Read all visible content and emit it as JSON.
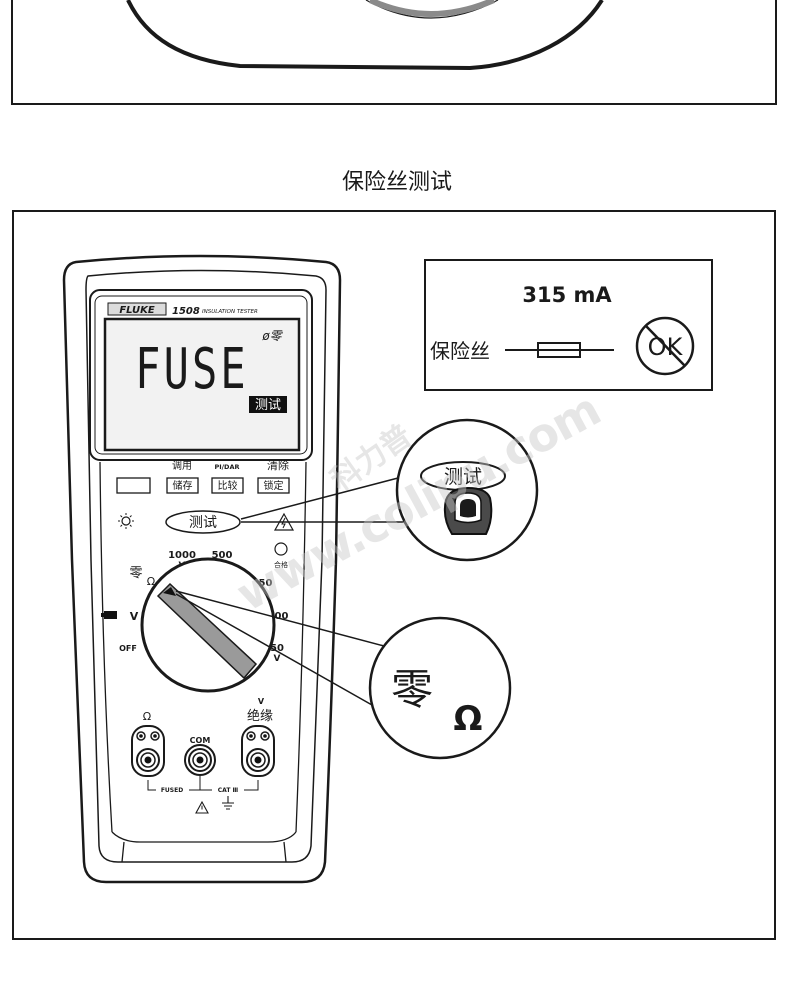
{
  "heading": "保险丝测试",
  "meter": {
    "brand": "FLUKE",
    "model": "1508",
    "model_desc": "INSULATION TESTER",
    "lcd": {
      "reading": "FUSE",
      "zero_indicator": "ø零",
      "mode": "测试"
    },
    "button_top_labels": {
      "recall": "调用",
      "pi_dar": "PI/DAR",
      "clear": "清除"
    },
    "buttons": {
      "store": "储存",
      "compare": "比较",
      "lock": "锁定"
    },
    "test_button": "测试",
    "pass_label": "合格",
    "dial": {
      "zero": "零",
      "ohm": "Ω",
      "v1000": "1000",
      "v500": "500",
      "v250": "250",
      "v100": "100",
      "v50": "50",
      "volt": "V",
      "off": "OFF"
    },
    "jacks": {
      "ohm": "Ω",
      "com": "COM",
      "volt": "V",
      "insulation": "绝缘",
      "fused": "FUSED",
      "cat": "CAT Ⅲ"
    }
  },
  "callout_test": {
    "label": "测试"
  },
  "callout_dial": {
    "zero": "零",
    "ohm": "Ω"
  },
  "fuse_panel": {
    "rating": "315 mA",
    "label": "保险丝",
    "ok": "OK"
  },
  "watermark": {
    "brand": "科力普",
    "site": "www.colipu.com"
  },
  "colors": {
    "ink": "#1a1a1a",
    "pointer": "#9a9a9a",
    "watermark": "#c8c8c8"
  }
}
